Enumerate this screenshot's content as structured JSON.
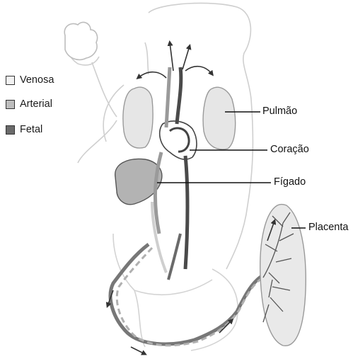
{
  "legend": [
    {
      "label": "Venosa",
      "color": "#f2f2f2"
    },
    {
      "label": "Arterial",
      "color": "#bdbdbd"
    },
    {
      "label": "Fetal",
      "color": "#6a6a6a"
    }
  ],
  "labels": {
    "lung": "Pulmão",
    "heart": "Coração",
    "liver": "Fígado",
    "placenta": "Placenta"
  },
  "colors": {
    "outline": "#c9c9c9",
    "organ_fill": "#e6e6e6",
    "liver_fill": "#b3b3b3",
    "vessel_dark": "#4a4a4a",
    "vessel_mid": "#9a9a9a",
    "placenta_fill": "#e9e9e9"
  }
}
